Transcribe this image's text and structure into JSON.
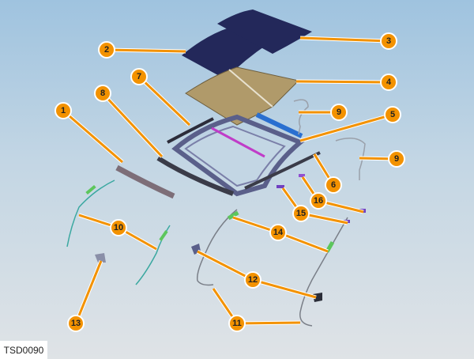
{
  "figure_ref": "TSD0090",
  "callouts": [
    "1",
    "2",
    "3",
    "4",
    "5",
    "6",
    "7",
    "8",
    "9",
    "9",
    "10",
    "11",
    "12",
    "13",
    "14",
    "15",
    "16"
  ],
  "colors": {
    "callout": "#f39200",
    "glass": "#23285a",
    "shade": "#b09a6a",
    "frame": "#5a5f8a",
    "bracket": "#2a6fd0",
    "drain": "#3aa8a0"
  }
}
